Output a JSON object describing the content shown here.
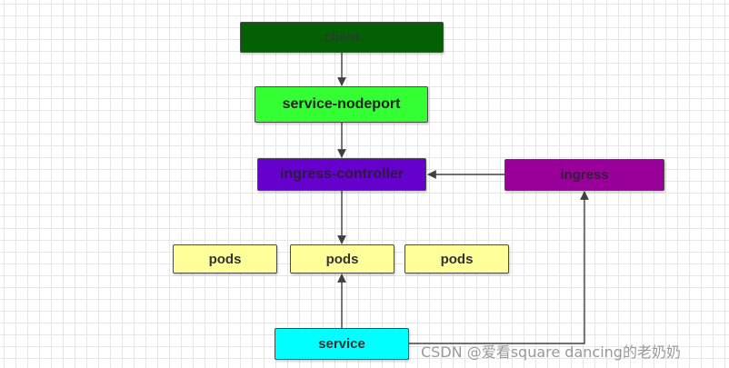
{
  "diagram": {
    "nodes": {
      "client": "client",
      "nodeport": "service-nodeport",
      "ingress_controller": "ingress-controller",
      "ingress": "ingress",
      "pods": [
        "pods",
        "pods",
        "pods"
      ],
      "service": "service"
    },
    "edges": [
      {
        "from": "client",
        "to": "service-nodeport"
      },
      {
        "from": "service-nodeport",
        "to": "ingress-controller"
      },
      {
        "from": "ingress",
        "to": "ingress-controller"
      },
      {
        "from": "ingress-controller",
        "to": "pods"
      },
      {
        "from": "service",
        "to": "pods"
      },
      {
        "from": "service",
        "to": "ingress"
      }
    ],
    "colors": {
      "client": "#046004",
      "nodeport": "#33ff33",
      "ingress_controller": "#6600cc",
      "ingress": "#990099",
      "pods": "#ffff99",
      "service": "#00ffff",
      "edge": "#404040"
    }
  },
  "watermark": "CSDN @爱看square dancing的老奶奶"
}
